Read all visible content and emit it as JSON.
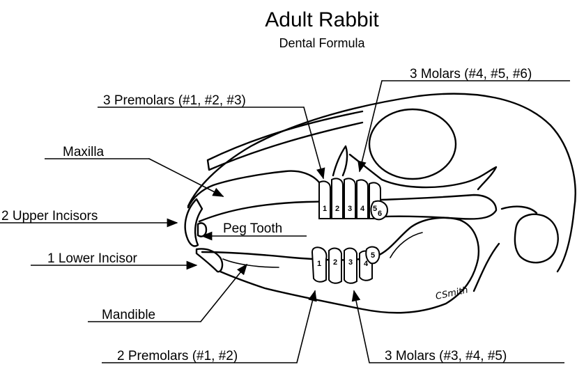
{
  "title": "Adult Rabbit",
  "subtitle": "Dental Formula",
  "labels": {
    "upper_molars": "3 Molars (#4, #5, #6)",
    "upper_premolars": "3 Premolars (#1, #2, #3)",
    "maxilla": "Maxilla",
    "upper_incisors": "2 Upper Incisors",
    "peg_tooth": "Peg Tooth",
    "lower_incisor": "1 Lower Incisor",
    "mandible": "Mandible",
    "lower_premolars": "2 Premolars (#1, #2)",
    "lower_molars": "3 Molars (#3, #4, #5)"
  },
  "upper_teeth": [
    "1",
    "2",
    "3",
    "4",
    "5",
    "6"
  ],
  "lower_teeth": [
    "1",
    "2",
    "3",
    "4",
    "5"
  ],
  "signature": "CSmith"
}
